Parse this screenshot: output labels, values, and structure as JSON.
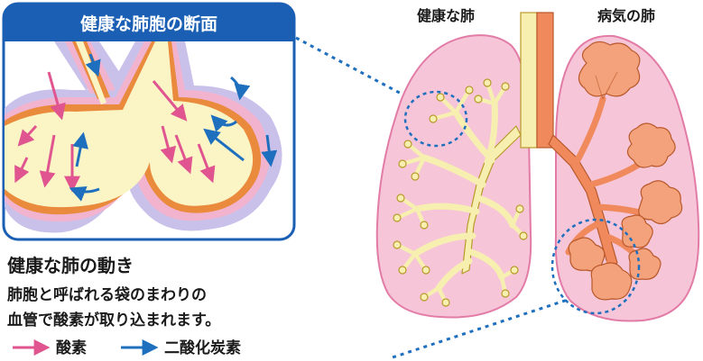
{
  "inset": {
    "title": "健康な肺胞の断面"
  },
  "lungs": {
    "healthy_label": "健康な肺",
    "diseased_label": "病気の肺"
  },
  "caption": {
    "heading": "健康な肺の動き",
    "line1": "肺胞と呼ばれる袋のまわりの",
    "line2": "血管で酸素が取り込まれます。"
  },
  "legend": {
    "oxygen_label": "酸素",
    "co2_label": "二酸化炭素"
  },
  "colors": {
    "oxygen_arrow": "#e0558f",
    "co2_arrow": "#1f6fbf",
    "title_bar": "#1a5fb4",
    "lung_fill": "#f6c6d8",
    "healthy_tree": "#f7efb0",
    "diseased_tree": "#f08a5d",
    "dotted_line": "#1f6fbf"
  }
}
